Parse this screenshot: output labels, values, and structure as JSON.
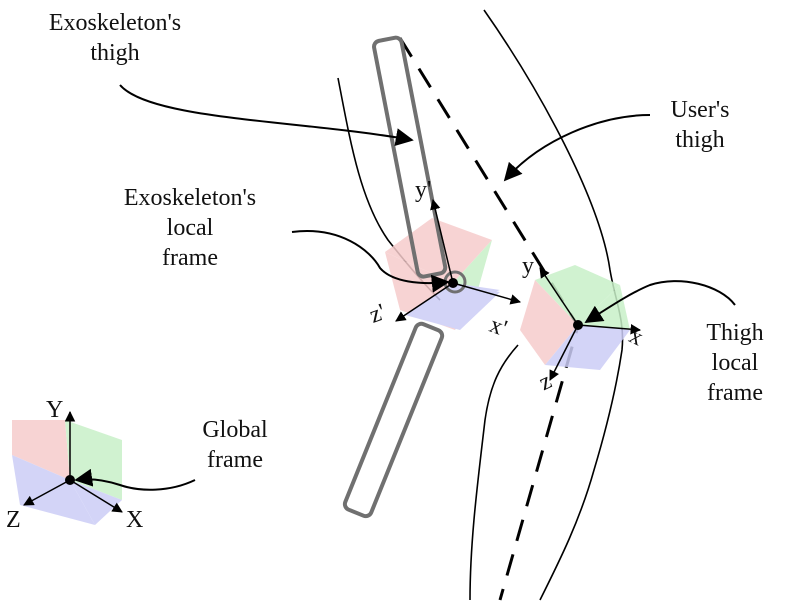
{
  "labels": {
    "exo_thigh": [
      "Exoskeleton's",
      "thigh"
    ],
    "user_thigh": [
      "User's",
      "thigh"
    ],
    "exo_local_frame": [
      "Exoskeleton's",
      "local",
      "frame"
    ],
    "thigh_local_frame": [
      "Thigh",
      "local",
      "frame"
    ],
    "global_frame": [
      "Global",
      "frame"
    ]
  },
  "axes": {
    "exo": {
      "x": "x'",
      "y": "y'",
      "z": "z'"
    },
    "thigh": {
      "x": "x",
      "y": "y",
      "z": "z"
    },
    "global": {
      "x": "X",
      "y": "Y",
      "z": "Z"
    }
  },
  "colors": {
    "x_face": "#c8f0c8",
    "y_face": "#f6cccc",
    "z_face": "#cccdf6",
    "exo_outline": "#707070",
    "line": "#000000"
  }
}
